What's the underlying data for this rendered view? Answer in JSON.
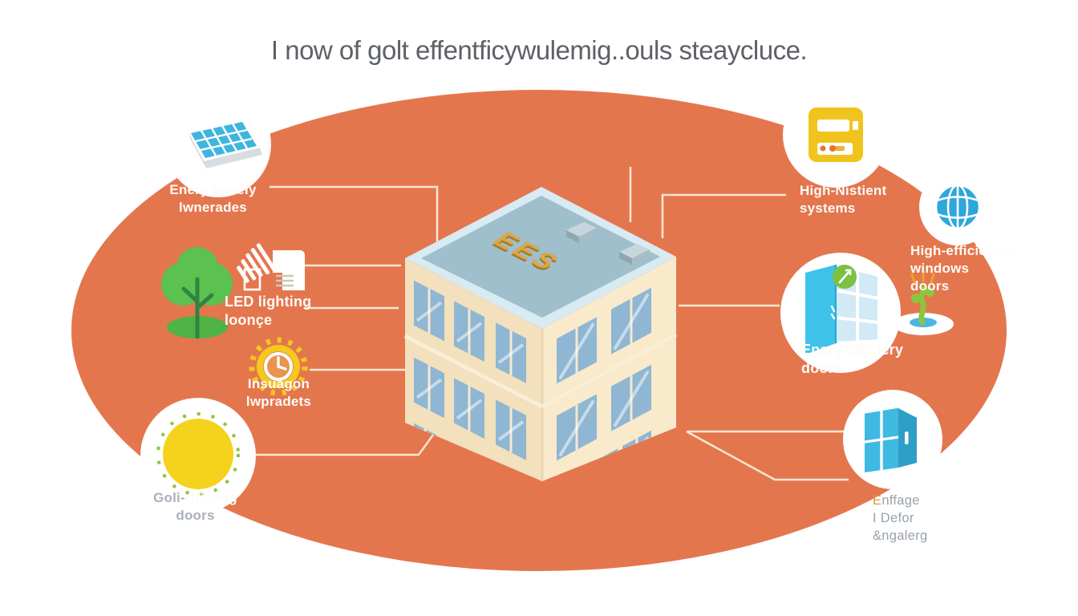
{
  "title": "I now of golt effentficywulemig..ouls steaycluce.",
  "building": {
    "roof_text": "EES"
  },
  "callouts": {
    "solar": {
      "line1": "Enery panely",
      "line2": "lwnerades"
    },
    "led": {
      "line1": "LED lighting",
      "line2": "loonçe"
    },
    "insulation": {
      "line1": "Insuagon",
      "line2": "lwpradets"
    },
    "sun": {
      "line1_gray": "Goli-",
      "line1_white": "rfficting",
      "line2": "doors"
    },
    "systems": {
      "line1": "High-Nistient",
      "line2": "systems"
    },
    "windows": {
      "line1": "High-efficiency",
      "line2": "windows doors"
    },
    "doors": {
      "line1": "Enery efficiery",
      "line2": "doors"
    },
    "storage": {
      "line1_accent": "E",
      "line1_rest": "nffage",
      "line2": "I Defor",
      "line3": "&ngalerg"
    }
  },
  "icons": [
    "solar-panel-icon",
    "tree-icon",
    "led-bulb-icon",
    "clock-gear-icon",
    "sun-icon",
    "control-panel-icon",
    "globe-icon",
    "open-door-icon",
    "sprout-icon",
    "window-unit-icon",
    "hvac-unit-icon"
  ],
  "colors": {
    "ellipse": "#E4764E",
    "title_text": "#5d6167",
    "label_white": "#FDFBF7",
    "label_gray": "#9AA2AB",
    "connector": "#F6E8D0",
    "building_wall": "#F5E4C2",
    "roof": "#9FBFCC",
    "window_blue": "#8FB6D3",
    "icon_blue": "#3FB9E2",
    "icon_yellow": "#F1C41D",
    "icon_green": "#5BC14F",
    "roof_text_gold": "#D9A848"
  }
}
